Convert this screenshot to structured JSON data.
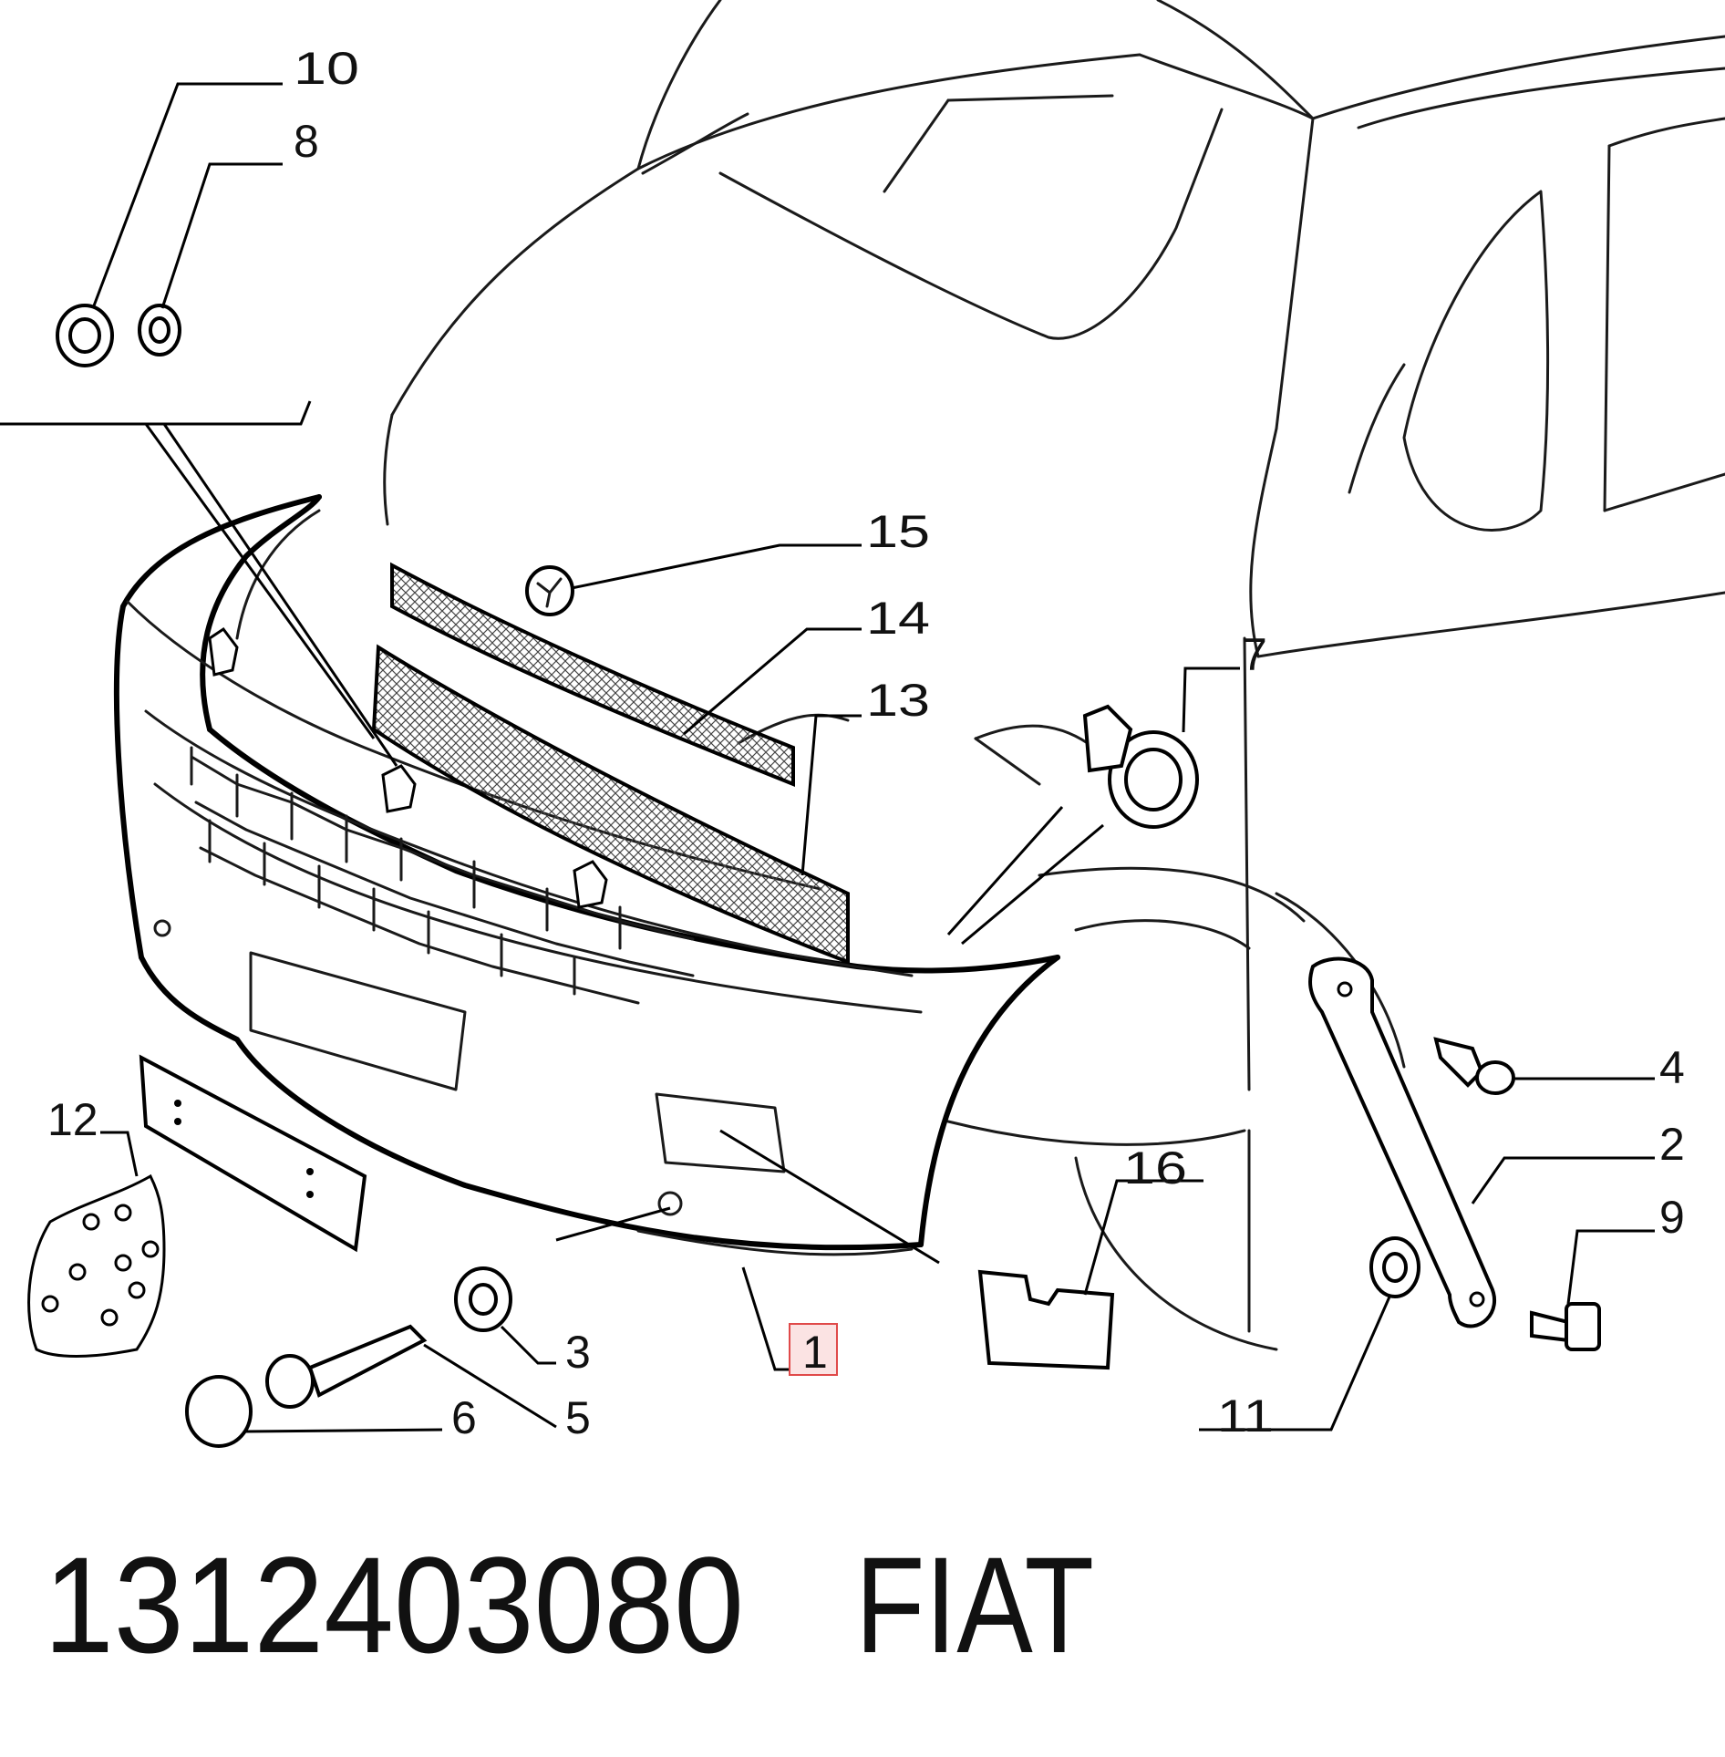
{
  "callouts": {
    "c1": "1",
    "c2": "2",
    "c3": "3",
    "c4": "4",
    "c5": "5",
    "c6": "6",
    "c7": "7",
    "c8": "8",
    "c9": "9",
    "c10": "10",
    "c11": "11",
    "c12": "12",
    "c13": "13",
    "c14": "14",
    "c15": "15",
    "c16": "16"
  },
  "footer": {
    "part_number": "1312403080",
    "brand": "FIAT"
  },
  "colors": {
    "line": "#000000",
    "highlight_box": "#e04a4a",
    "highlight_fill": "#fbe3e3"
  }
}
